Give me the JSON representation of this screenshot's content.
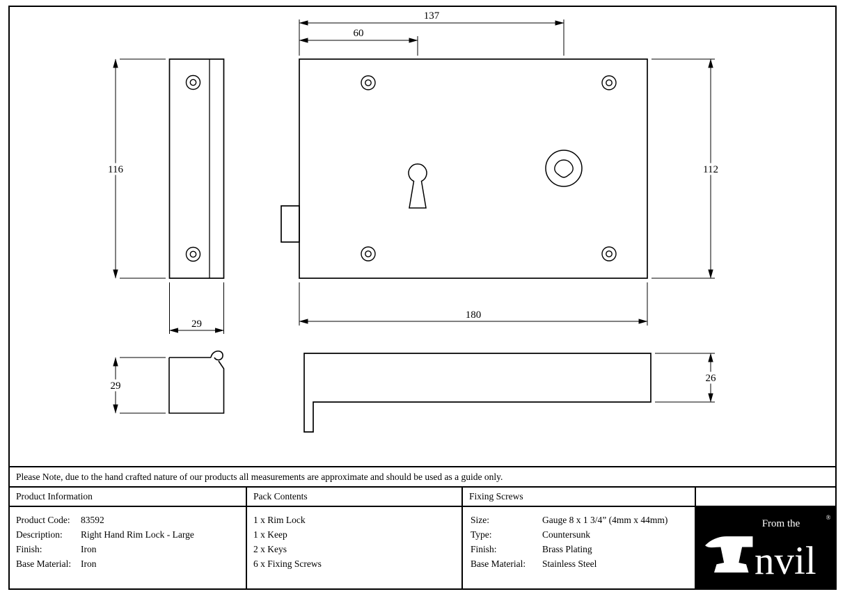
{
  "note": "Please Note, due to the hand crafted nature of our products all measurements are approximate and should be used as a guide only.",
  "drawing": {
    "dims": {
      "spindle_offset": "137",
      "keyhole_offset": "60",
      "keep_height": "116",
      "lock_height": "112",
      "keep_width": "29",
      "lock_width": "180",
      "keep_depth": "29",
      "lock_depth": "26"
    }
  },
  "table": {
    "product_information": {
      "header": "Product Information",
      "rows": [
        {
          "label": "Product Code:",
          "value": "83592"
        },
        {
          "label": "Description:",
          "value": "Right Hand Rim Lock - Large"
        },
        {
          "label": "Finish:",
          "value": "Iron"
        },
        {
          "label": "Base Material:",
          "value": "Iron"
        }
      ]
    },
    "pack_contents": {
      "header": "Pack Contents",
      "items": [
        "1 x Rim Lock",
        "1 x Keep",
        "2 x Keys",
        "6 x Fixing Screws"
      ]
    },
    "fixing_screws": {
      "header": "Fixing Screws",
      "rows": [
        {
          "label": "Size:",
          "value": "Gauge 8 x 1 3/4” (4mm x 44mm)"
        },
        {
          "label": "Type:",
          "value": "Countersunk"
        },
        {
          "label": "Finish:",
          "value": "Brass Plating"
        },
        {
          "label": "Base Material:",
          "value": "Stainless Steel"
        }
      ]
    }
  },
  "logo": {
    "tagline": "From the",
    "registered": "®",
    "brand_rest": "nvil",
    "bg": "#000000",
    "fg": "#ffffff"
  },
  "colors": {
    "line": "#000000",
    "background": "#ffffff"
  }
}
